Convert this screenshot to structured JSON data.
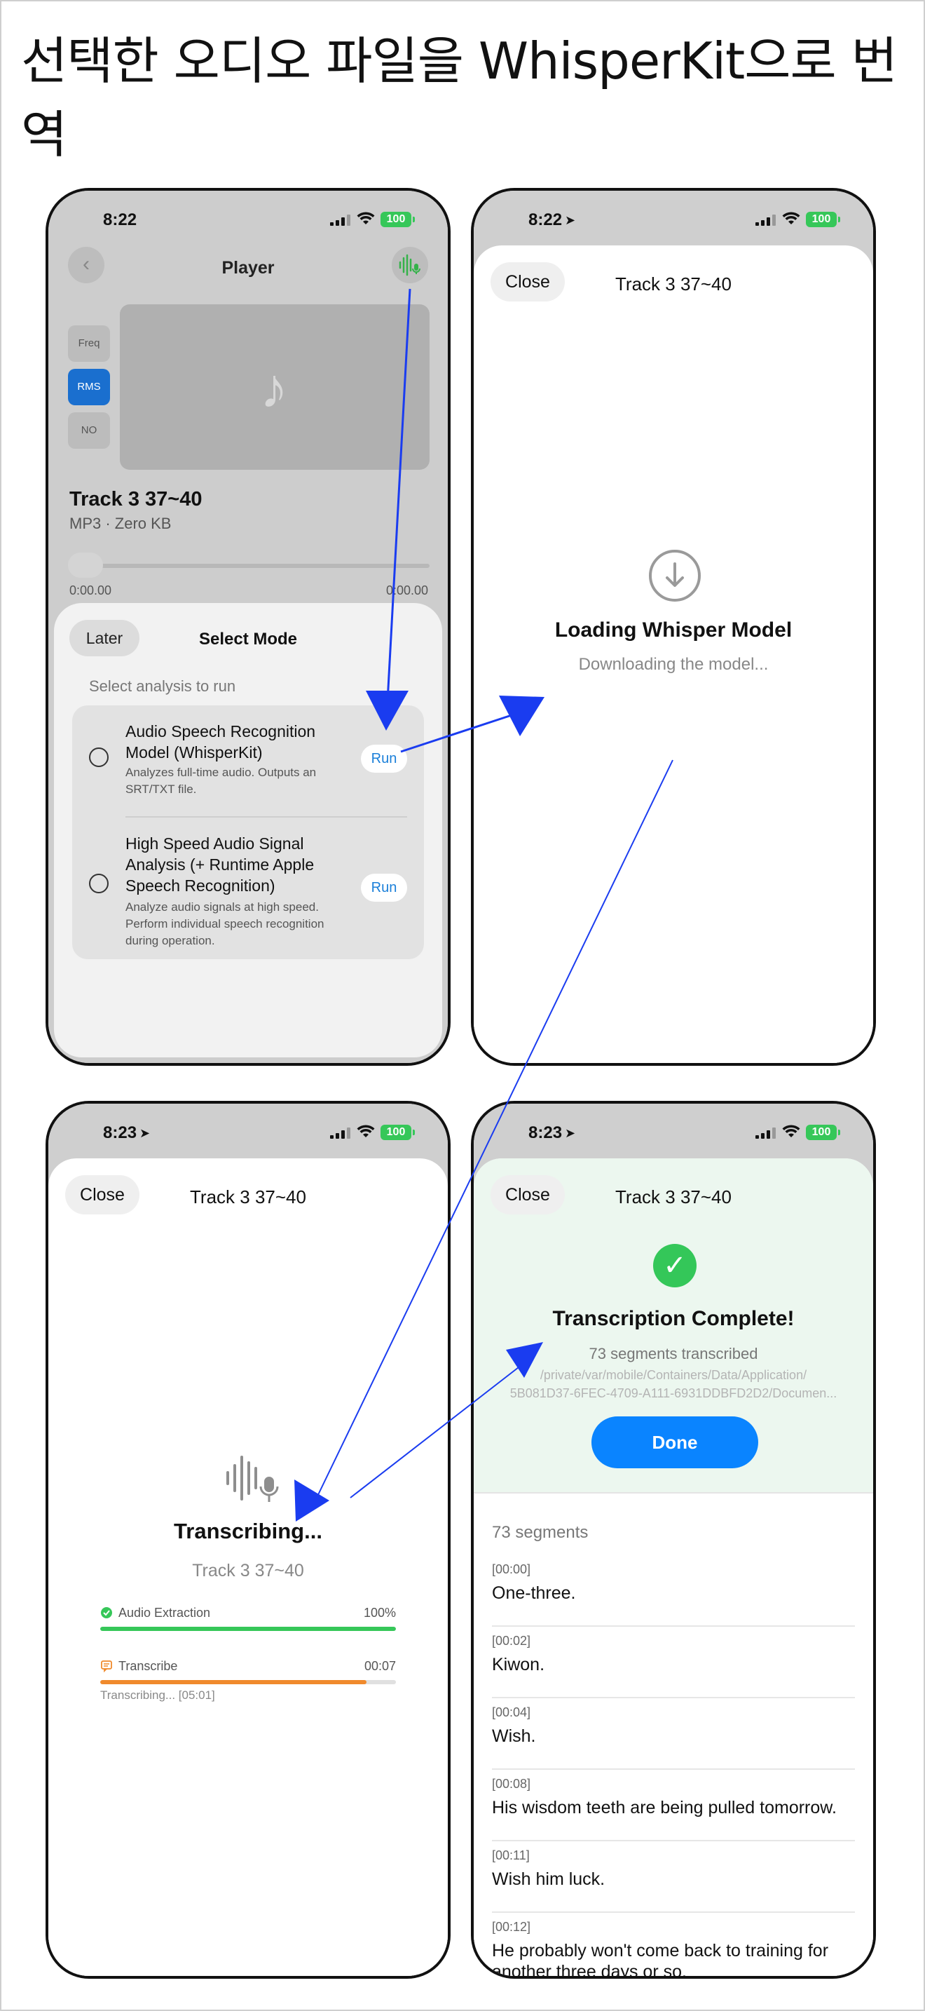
{
  "page": {
    "title": "선택한 오디오 파일을 WhisperKit으로 번역"
  },
  "status_bars": {
    "p1_time": "8:22",
    "p2_time": "8:22",
    "p3_time": "8:23",
    "p4_time": "8:23",
    "battery": "100"
  },
  "player": {
    "title": "Player",
    "modes": [
      "Freq",
      "RMS",
      "NO"
    ],
    "active_mode": "RMS",
    "track_name": "Track 3 37~40",
    "track_meta": "MP3 · Zero KB",
    "time_current": "0:00.00",
    "time_total": "0:00.00"
  },
  "select_mode": {
    "later_label": "Later",
    "title": "Select Mode",
    "subtitle": "Select analysis to run",
    "options": [
      {
        "title": "Audio Speech Recognition Model (WhisperKit)",
        "description": "Analyzes full-time audio. Outputs an SRT/TXT file.",
        "run_label": "Run"
      },
      {
        "title": "High Speed Audio Signal Analysis (+ Runtime Apple Speech Recognition)",
        "description": "Analyze audio signals at high speed. Perform individual speech recognition during operation.",
        "run_label": "Run"
      }
    ]
  },
  "loading": {
    "close_label": "Close",
    "title": "Track 3 37~40",
    "heading": "Loading Whisper Model",
    "subtext": "Downloading the model..."
  },
  "transcribing": {
    "close_label": "Close",
    "title": "Track 3 37~40",
    "heading": "Transcribing...",
    "track": "Track 3 37~40",
    "steps": [
      {
        "label": "Audio Extraction",
        "value": "100%",
        "progress": 1.0
      },
      {
        "label": "Transcribe",
        "value": "00:07",
        "progress": 0.9,
        "detail": "Transcribing... [05:01]"
      }
    ]
  },
  "complete": {
    "close_label": "Close",
    "title": "Track 3 37~40",
    "heading": "Transcription Complete!",
    "summary": "73 segments transcribed",
    "path_line1": "/private/var/mobile/Containers/Data/Application/",
    "path_line2": "5B081D37-6FEC-4709-A111-6931DDBFD2D2/Documen...",
    "done_label": "Done",
    "segment_count": "73 segments",
    "segments": [
      {
        "time": "[00:00]",
        "text": "One-three."
      },
      {
        "time": "[00:02]",
        "text": "Kiwon."
      },
      {
        "time": "[00:04]",
        "text": "Wish."
      },
      {
        "time": "[00:08]",
        "text": "His wisdom teeth are being pulled tomorrow."
      },
      {
        "time": "[00:11]",
        "text": "Wish him luck."
      },
      {
        "time": "[00:12]",
        "text": "He probably won't come back to training for another three days or so."
      }
    ]
  },
  "colors": {
    "accent_blue": "#0a84ff",
    "success_green": "#34c759",
    "progress_orange": "#f08a2c",
    "annotation_arrow": "#1a3cf0"
  }
}
